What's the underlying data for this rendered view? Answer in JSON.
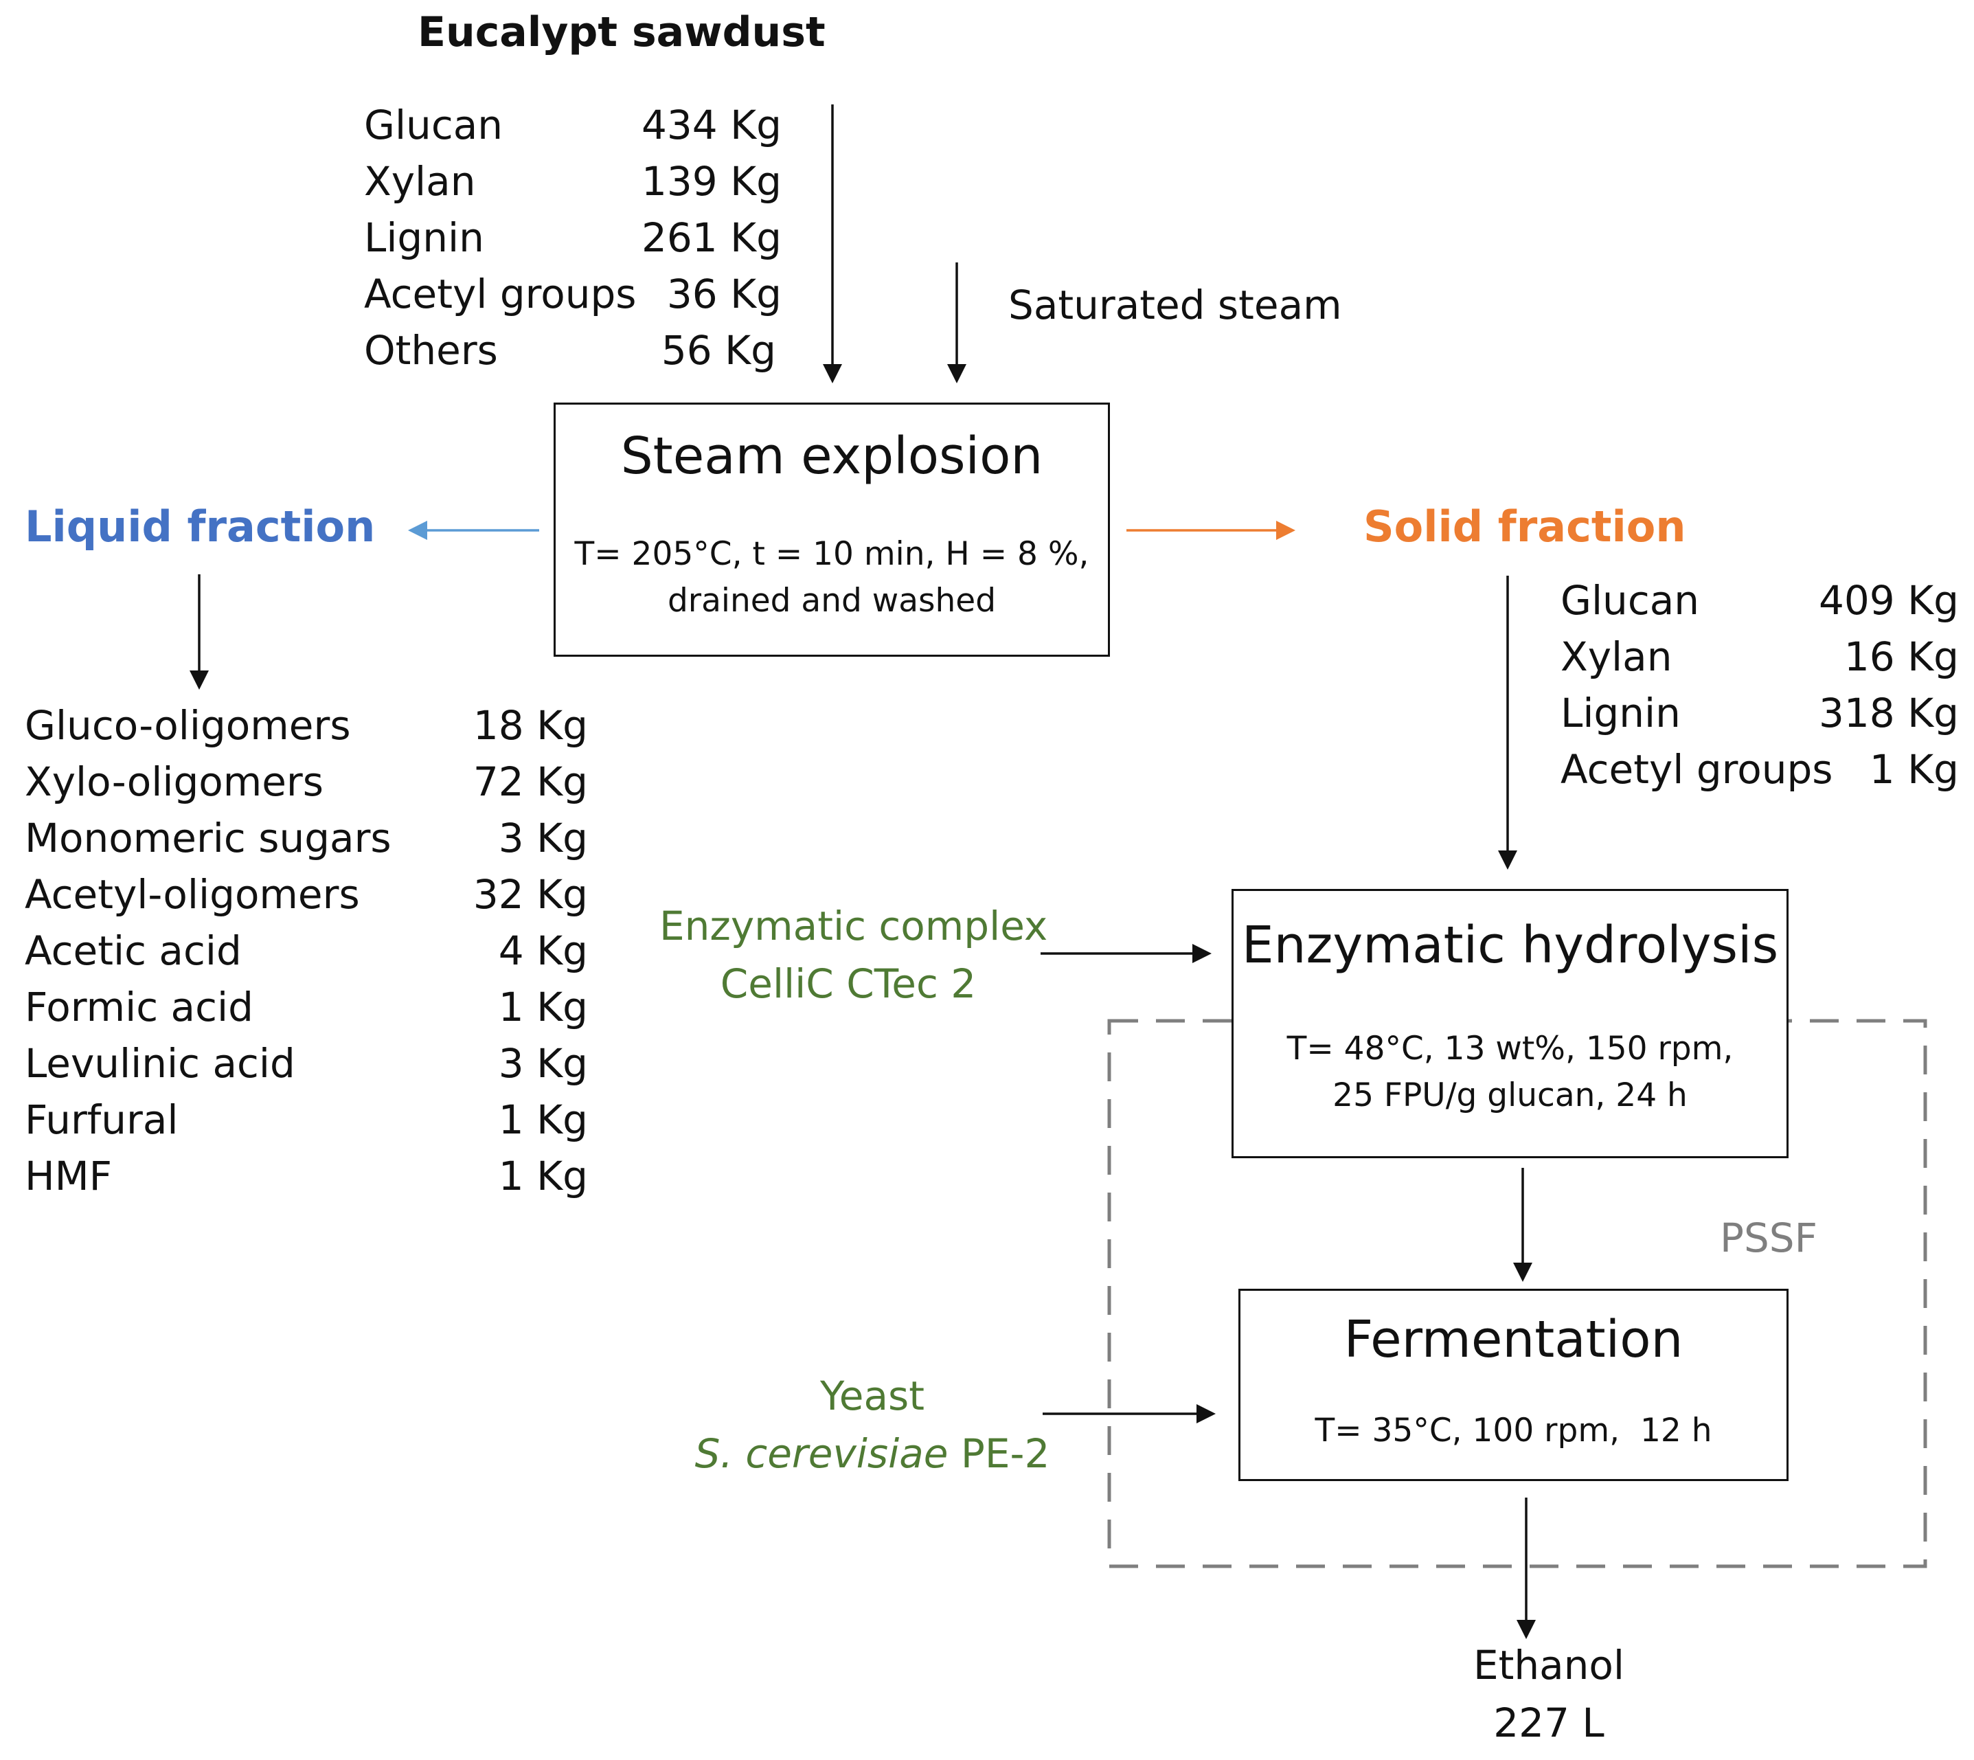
{
  "feed": {
    "title": "Eucalypt sawdust",
    "components": [
      {
        "name": "Glucan",
        "value": "434 Kg"
      },
      {
        "name": "Xylan",
        "value": "139 Kg"
      },
      {
        "name": "Lignin",
        "value": "261 Kg"
      },
      {
        "name": "Acetyl groups",
        "value": "36 Kg"
      },
      {
        "name": "Others",
        "value": "56 Kg"
      }
    ]
  },
  "steam": {
    "label": "Saturated steam"
  },
  "steam_explosion": {
    "title": "Steam explosion",
    "conditions": "T= 205°C, t = 10 min, H = 8 %,\ndrained and washed"
  },
  "liquid_fraction": {
    "title": "Liquid fraction",
    "color": "#4472c4",
    "components": [
      {
        "name": "Gluco-oligomers",
        "value": "18 Kg"
      },
      {
        "name": "Xylo-oligomers",
        "value": "72 Kg"
      },
      {
        "name": "Monomeric sugars",
        "value": "3 Kg"
      },
      {
        "name": "Acetyl-oligomers",
        "value": "32 Kg"
      },
      {
        "name": "Acetic acid",
        "value": "4 Kg"
      },
      {
        "name": "Formic acid",
        "value": "1 Kg"
      },
      {
        "name": "Levulinic acid",
        "value": "3 Kg"
      },
      {
        "name": "Furfural",
        "value": "1 Kg"
      },
      {
        "name": "HMF",
        "value": "1 Kg"
      }
    ]
  },
  "solid_fraction": {
    "title": "Solid fraction",
    "color": "#ed7d31",
    "components": [
      {
        "name": "Glucan",
        "value": "409 Kg"
      },
      {
        "name": "Xylan",
        "value": "16 Kg"
      },
      {
        "name": "Lignin",
        "value": "318 Kg"
      },
      {
        "name": "Acetyl groups",
        "value": "1 Kg"
      }
    ]
  },
  "enzymatic_complex": {
    "line1": "Enzymatic complex",
    "line2": "CelliC CTec 2",
    "color": "#4f7a34"
  },
  "enzymatic_hydrolysis": {
    "title": "Enzymatic hydrolysis",
    "conditions": "T= 48°C, 13 wt%, 150 rpm,\n25 FPU/g glucan, 24 h"
  },
  "pssf": {
    "label": "PSSF",
    "color": "#7f7f7f"
  },
  "yeast": {
    "line1": "Yeast",
    "species": "S. cerevisiae",
    "strain": " PE-2",
    "color": "#4f7a34"
  },
  "fermentation": {
    "title": "Fermentation",
    "conditions": "T= 35°C, 100 rpm,  12 h"
  },
  "ethanol": {
    "line1": "Ethanol",
    "line2": "227 L"
  }
}
